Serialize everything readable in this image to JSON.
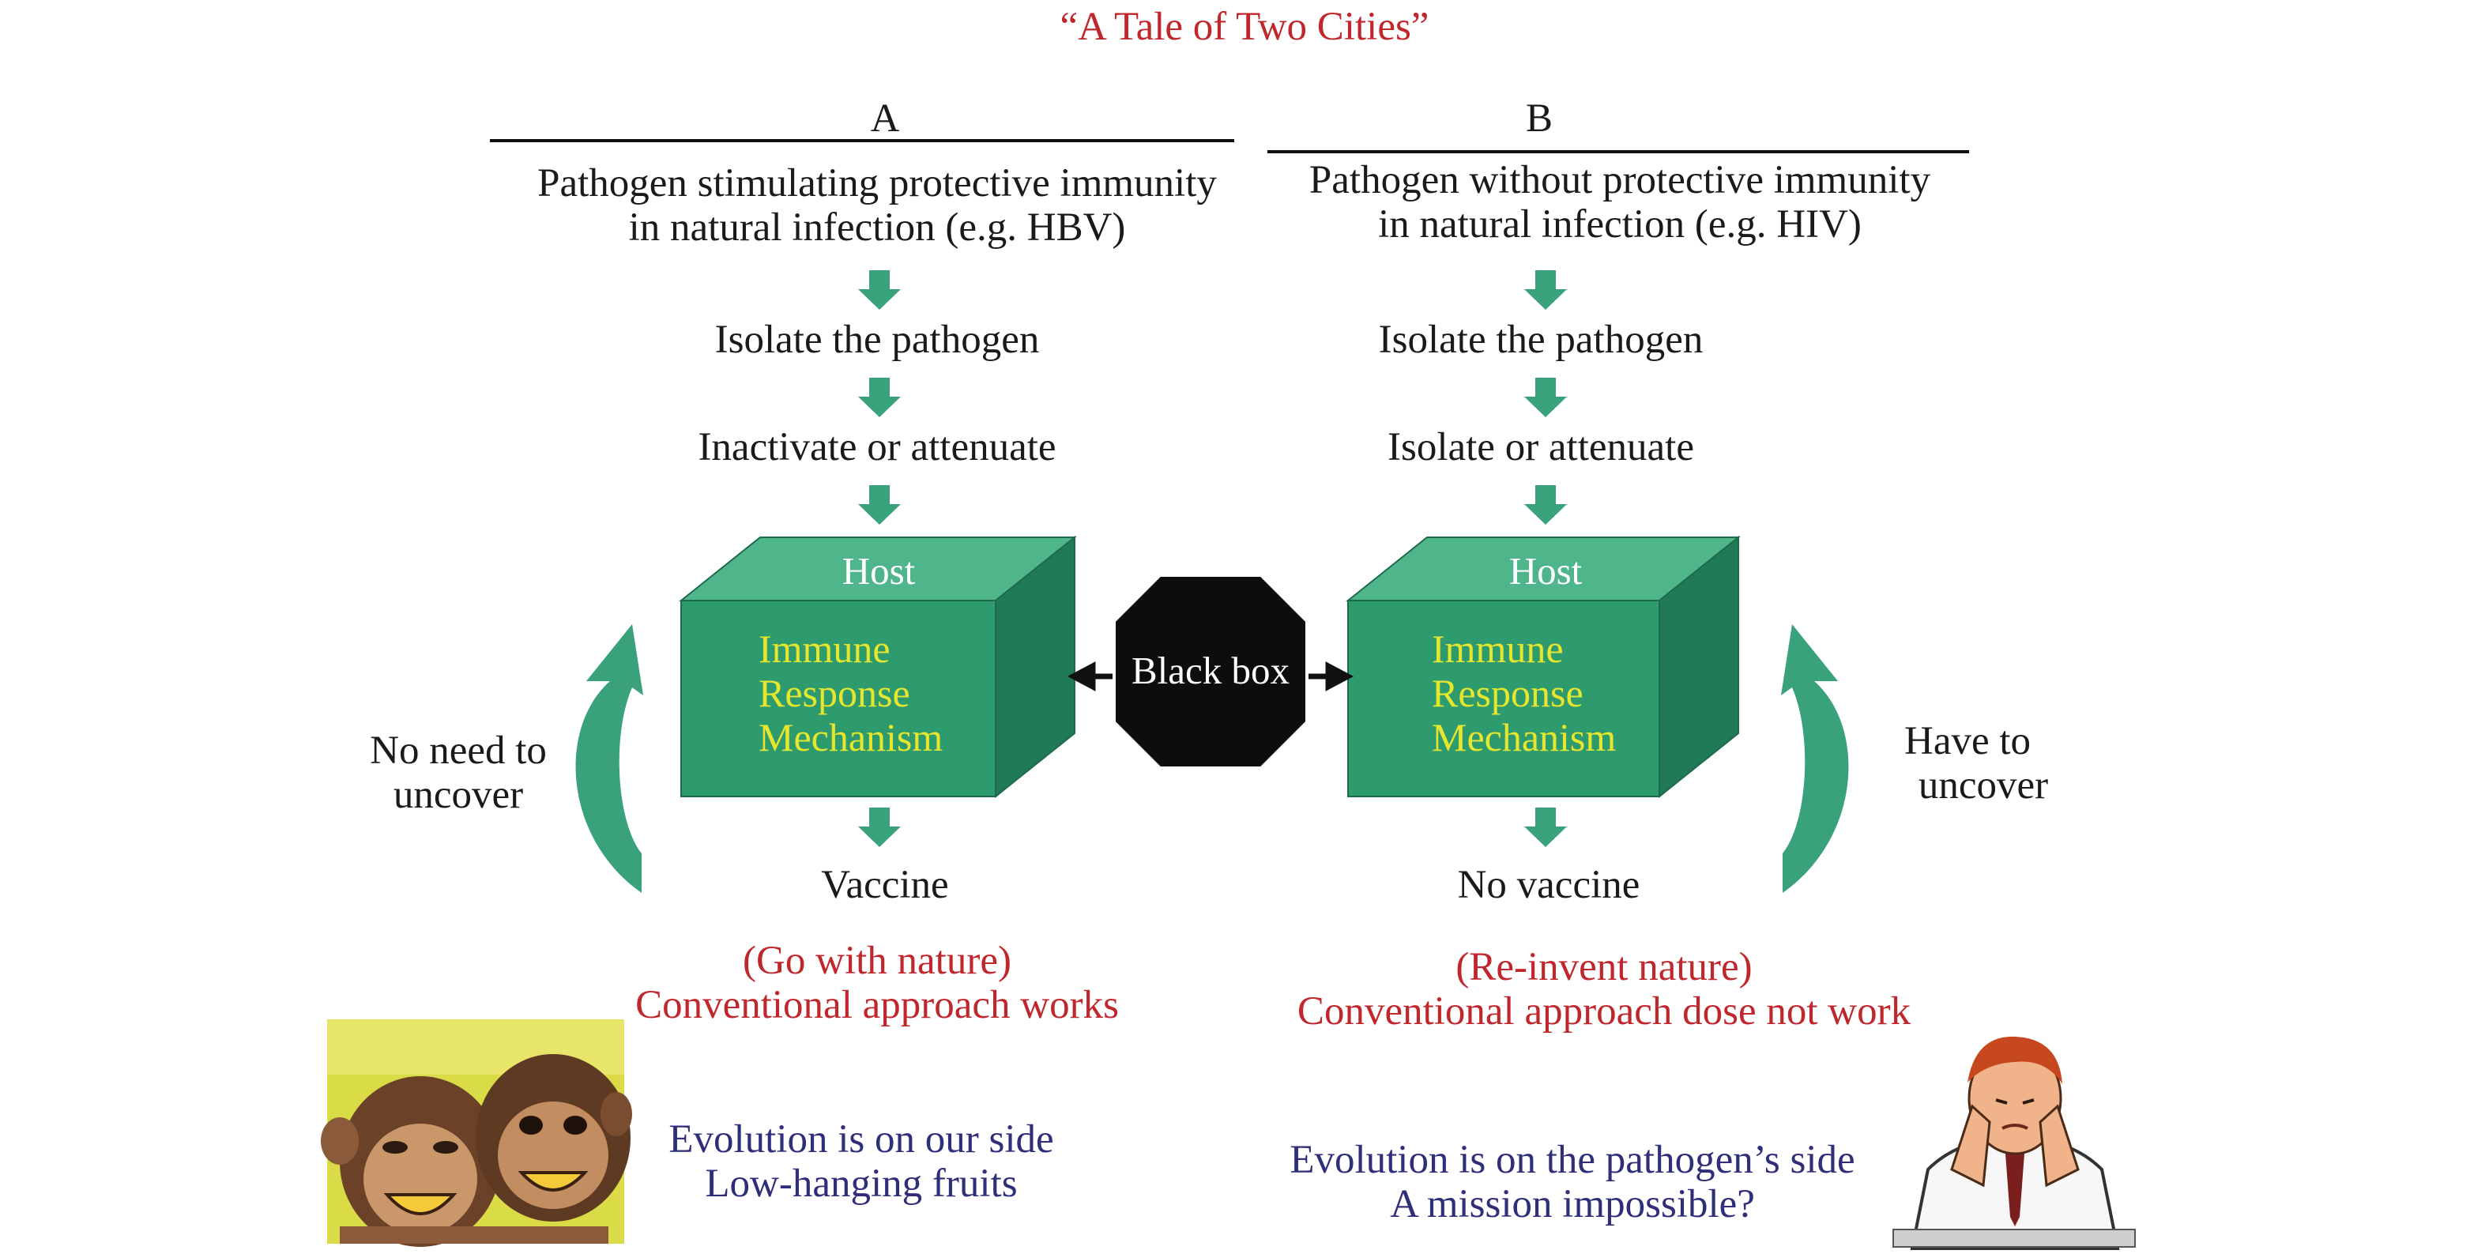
{
  "title": "“A Tale of Two Cities”",
  "left": {
    "heading": "A",
    "pathogen": [
      "Pathogen stimulating protective immunity",
      "in natural infection (e.g. HBV)"
    ],
    "step1": "Isolate the pathogen",
    "step2": "Inactivate or attenuate",
    "box_top": "Host",
    "box_body": [
      "Immune",
      "Response",
      "Mechanism"
    ],
    "outcome": "Vaccine",
    "side_note": [
      "No need to",
      "uncover"
    ],
    "verdict": [
      "(Go with nature)",
      "Conventional approach works"
    ],
    "evolution": [
      "Evolution is on our side",
      "Low-hanging fruits"
    ],
    "image": "laughing-chimps"
  },
  "right": {
    "heading": "B",
    "pathogen": [
      "Pathogen without protective immunity",
      "in natural infection (e.g. HIV)"
    ],
    "step1": "Isolate the pathogen",
    "step2": "Isolate or attenuate",
    "box_top": "Host",
    "box_body": [
      "Immune",
      "Response",
      "Mechanism"
    ],
    "outcome": "No vaccine",
    "side_note": [
      "Have to",
      "uncover"
    ],
    "verdict": [
      "(Re-invent nature)",
      "Conventional approach dose not work"
    ],
    "evolution": [
      "Evolution is on the pathogen’s side",
      "A mission impossible?"
    ],
    "image": "worried-man"
  },
  "center": {
    "label": "Black box"
  },
  "colors": {
    "box_front": "#2e9b6e",
    "box_top": "#4fb58b",
    "box_side": "#1f7a55",
    "arrow": "#3aa27a",
    "octagon": "#0d0d0d",
    "red_text": "#c0272d",
    "navy_text": "#2e2e7a",
    "yellow_text": "#e6e62e"
  }
}
